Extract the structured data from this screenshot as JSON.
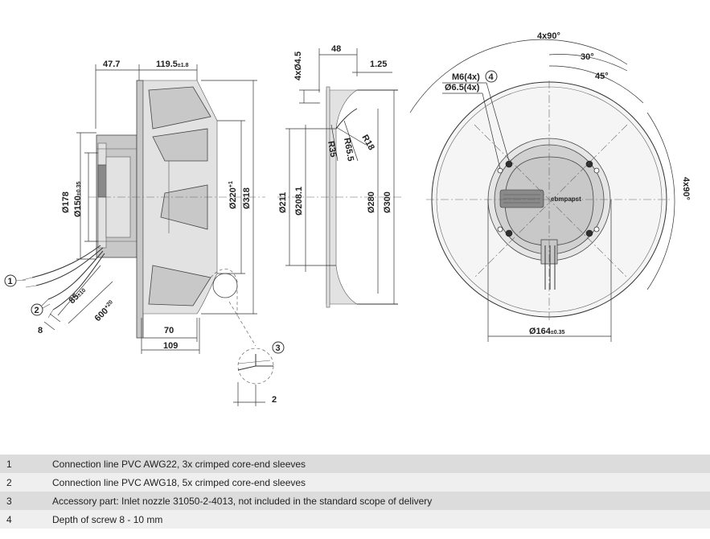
{
  "side_view": {
    "dim_top_left": "47.7",
    "dim_top_main": "119.5",
    "dim_top_main_tol": "±1.8",
    "dim_dia_178": "Ø178",
    "dim_dia_150": "Ø150",
    "dim_dia_150_tol": "±0.35",
    "dim_dia_220": "Ø220",
    "dim_dia_220_tol": "+1",
    "dim_dia_318": "Ø318",
    "dim_85": "85",
    "dim_85_tol": "±10",
    "dim_600": "600",
    "dim_600_tol": "+20",
    "dim_8": "8",
    "dim_70": "70",
    "dim_109": "109",
    "dim_2": "2",
    "callout_1": "1",
    "callout_2": "2",
    "callout_3": "3"
  },
  "nozzle_view": {
    "dim_48": "48",
    "dim_1_25": "1.25",
    "dim_4x4_5": "4xØ4.5",
    "dim_r18": "R18",
    "dim_r35": "R35",
    "dim_r65_5": "R65.5",
    "dim_dia_211": "Ø211",
    "dim_dia_208_1": "Ø208.1",
    "dim_dia_280": "Ø280",
    "dim_dia_300": "Ø300"
  },
  "front_view": {
    "dim_4x90_top": "4x90°",
    "dim_4x90_right": "4x90°",
    "angle_30": "30°",
    "angle_45": "45°",
    "dim_m6": "M6(4x)",
    "callout_4": "4",
    "dim_6_5": "Ø6.5(4x)",
    "dim_dia_164": "Ø164",
    "dim_dia_164_tol": "±0.35",
    "brand": "ebmpapst"
  },
  "legend": [
    {
      "num": "1",
      "text": "Connection line PVC AWG22, 3x crimped core-end sleeves"
    },
    {
      "num": "2",
      "text": "Connection line PVC AWG18, 5x crimped core-end sleeves"
    },
    {
      "num": "3",
      "text": "Accessory part: Inlet nozzle 31050-2-4013, not included in the standard scope of delivery"
    },
    {
      "num": "4",
      "text": "Depth of screw 8 - 10 mm"
    }
  ]
}
